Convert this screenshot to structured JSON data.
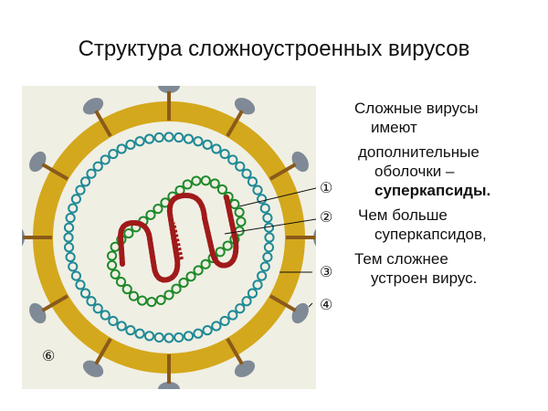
{
  "title": "Структура сложноустроенных вирусов",
  "text": {
    "p1_line1": "Сложные вирусы",
    "p1_line2": "имеют",
    "p2_line1": "дополнительные",
    "p2_line2": "оболочки –",
    "p2_line3": "суперкапсиды.",
    "p3_line1": "Чем больше",
    "p3_line2": "суперкапсидов,",
    "p4_line1": "Тем сложнее",
    "p4_line2": "устроен вирус."
  },
  "diagram": {
    "labels": [
      "①",
      "②",
      "③",
      "④",
      "⑥"
    ],
    "colors": {
      "background": "#f0efe4",
      "envelope": "#d4a81c",
      "spike_stem": "#8a5a1a",
      "spike_head": "#7f8a96",
      "capsid_outer": "#1f8a96",
      "capsid_inner": "#1e8a2a",
      "nucleic_acid": "#a01a1a"
    }
  }
}
